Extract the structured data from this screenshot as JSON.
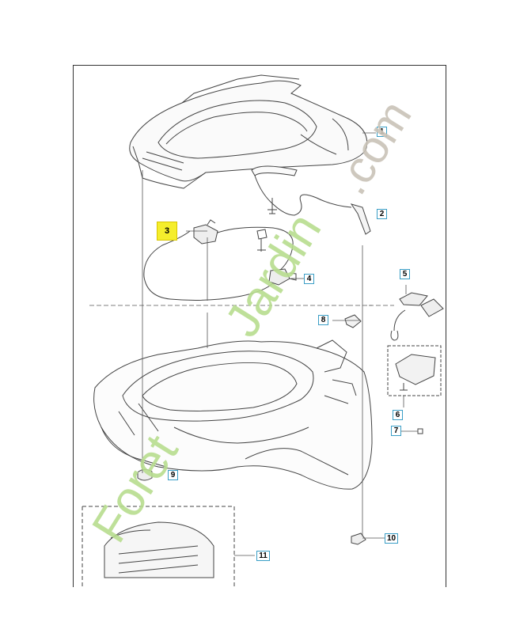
{
  "callouts": [
    "1",
    "2",
    "3",
    "4",
    "5",
    "6",
    "7",
    "8",
    "9",
    "10",
    "11"
  ],
  "watermark": {
    "text_part1": "Foret",
    "text_part2": "Jardin",
    "text_part3": ".com",
    "green": "#b8dd8f",
    "orange": "#f0b78a",
    "gray": "#c9c3b7"
  },
  "colors": {
    "callout_border": "#3a9ec6",
    "highlight": "#f5ee2c",
    "line": "#444444"
  }
}
